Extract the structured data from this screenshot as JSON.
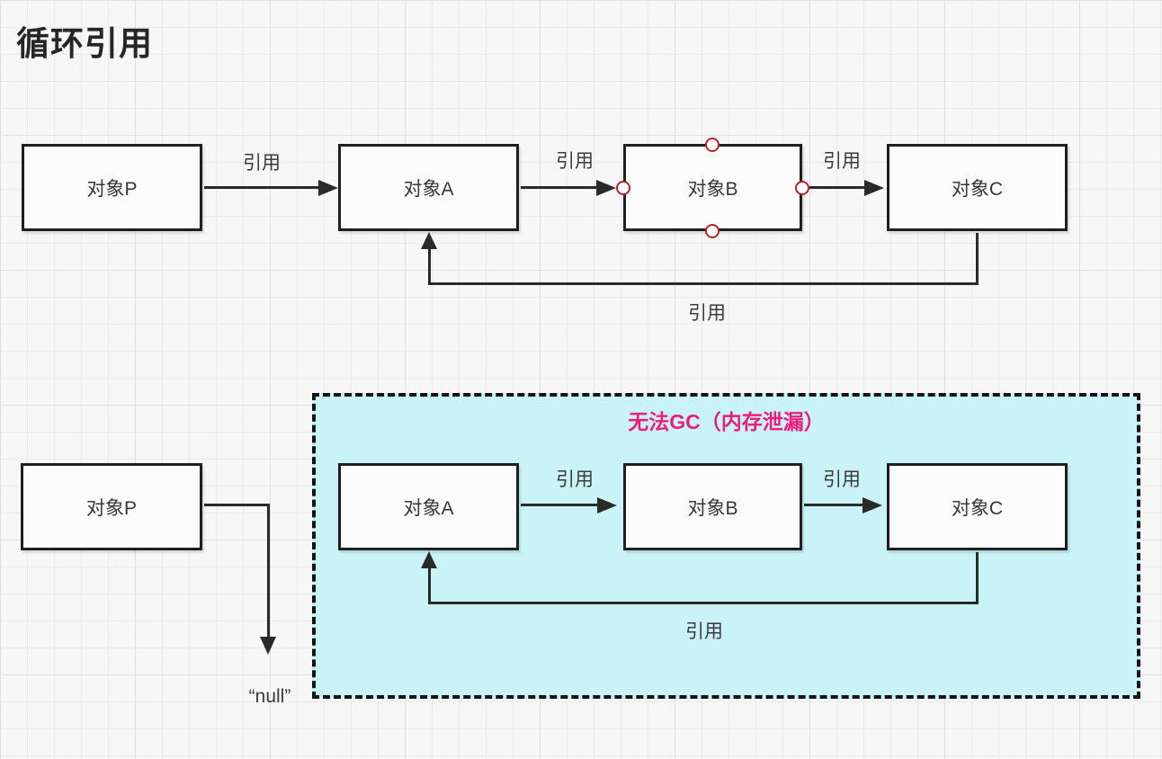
{
  "title": "循环引用",
  "top": {
    "nodes": {
      "p": "对象P",
      "a": "对象A",
      "b": "对象B",
      "c": "对象C"
    },
    "edges": {
      "pa": "引用",
      "ab": "引用",
      "bc": "引用",
      "back": "引用"
    }
  },
  "bottom": {
    "p_label": "对象P",
    "null_value": "“null”",
    "zone_title": "无法GC（内存泄漏）",
    "nodes": {
      "a": "对象A",
      "b": "对象B",
      "c": "对象C"
    },
    "edges": {
      "ab": "引用",
      "bc": "引用",
      "back": "引用"
    }
  },
  "colors": {
    "accent_pink": "#EC1E79",
    "zone_fill": "#C9F3F7",
    "handle_stroke": "#B0262C",
    "node_border": "#1F1F1F",
    "arrow": "#2A2A2A"
  }
}
